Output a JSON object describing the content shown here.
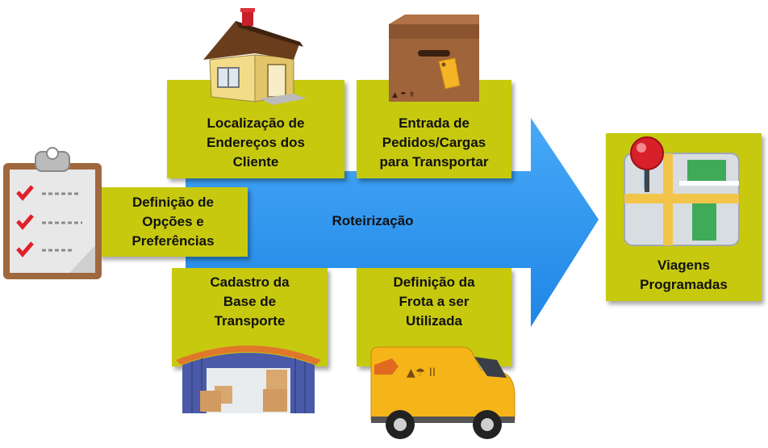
{
  "diagram": {
    "center": {
      "label": "Roteirização"
    },
    "inputs": [
      {
        "id": "enderecos",
        "label": "Localização de\nEndereços dos\nCliente",
        "icon": "house-icon"
      },
      {
        "id": "pedidos",
        "label": "Entrada de\nPedidos/Cargas\npara Transportar",
        "icon": "cardboard-box-icon"
      },
      {
        "id": "opcoes",
        "label": "Definição de\nOpções e\nPreferências",
        "icon": "clipboard-checklist-icon"
      },
      {
        "id": "base",
        "label": "Cadastro da\nBase de\nTransporte",
        "icon": "warehouse-icon"
      },
      {
        "id": "frota",
        "label": "Definição da\nFrota a ser\nUtilizada",
        "icon": "delivery-van-icon"
      }
    ],
    "output": {
      "label": "Viagens\nProgramadas",
      "icon": "map-pin-icon"
    }
  },
  "colors": {
    "box_fill": "#c7c90f",
    "arrow_fill": "#2e97f0",
    "text": "#111111"
  }
}
